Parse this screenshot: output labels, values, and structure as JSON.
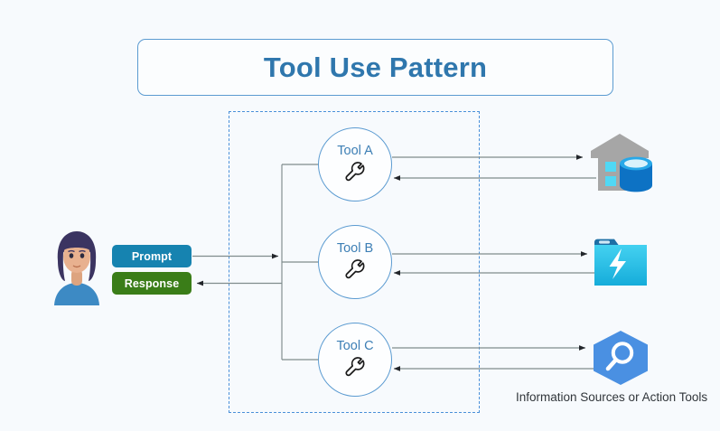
{
  "diagram": {
    "title": "Tool Use Pattern",
    "background_color": "#f7fafd",
    "accent_color": "#2f77ad",
    "border_color": "#5b9bd1",
    "dashed_border_color": "#4a90d9",
    "connector_color": "#7f8c8d"
  },
  "actor": {
    "name": "user-avatar",
    "icon": "person-avatar-icon",
    "hair_color": "#3b3461",
    "skin_color": "#e8b18f",
    "shirt_color": "#3d8ac4"
  },
  "messages": [
    {
      "label": "Prompt",
      "color": "#1683b0",
      "direction": "outgoing",
      "name": "prompt-chip"
    },
    {
      "label": "Response",
      "color": "#3a7d18",
      "direction": "incoming",
      "name": "response-chip"
    }
  ],
  "tools": [
    {
      "label": "Tool A",
      "icon": "wrench-icon",
      "name": "tool-node-a"
    },
    {
      "label": "Tool B",
      "icon": "wrench-icon",
      "name": "tool-node-b"
    },
    {
      "label": "Tool C",
      "icon": "wrench-icon",
      "name": "tool-node-c"
    }
  ],
  "services": [
    {
      "icon": "data-warehouse-icon",
      "name": "service-icon-data-warehouse",
      "colors": {
        "building": "#a6a6a6",
        "window": "#50d8f5",
        "database": "#0d72c4"
      }
    },
    {
      "icon": "logic-app-folder-lightning-icon",
      "name": "service-icon-logic-app",
      "colors": {
        "folder": "#32c5e8",
        "tab": "#1d6fa5",
        "bolt": "#ffffff"
      }
    },
    {
      "icon": "search-hexagon-icon",
      "name": "service-icon-cognitive-search",
      "colors": {
        "hexagon": "#4a90e2",
        "glass": "#ffffff"
      }
    }
  ],
  "caption": "Information Sources or Action Tools"
}
